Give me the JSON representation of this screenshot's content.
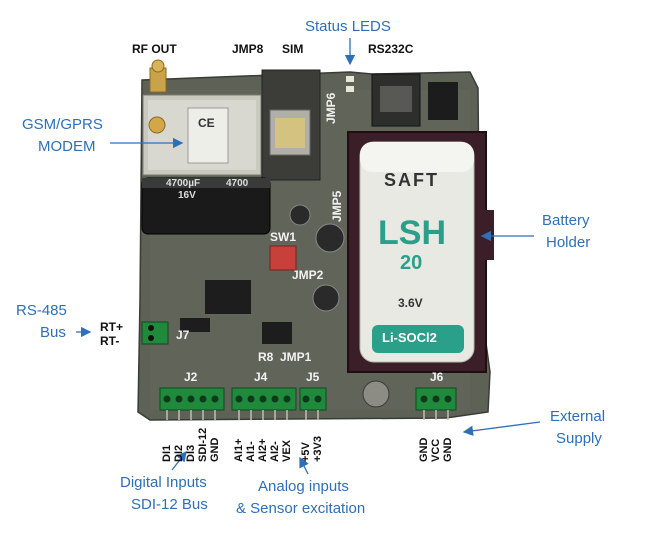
{
  "callouts": {
    "status_leds": "Status LEDS",
    "gsm_line1": "GSM/GPRS",
    "gsm_line2": "MODEM",
    "battery_line1": "Battery",
    "battery_line2": "Holder",
    "rs485_line1": "RS-485",
    "rs485_line2": "Bus",
    "external_line1": "External",
    "external_line2": "Supply",
    "digital_line1": "Digital Inputs",
    "digital_line2": "SDI-12 Bus",
    "analog_line1": "Analog inputs",
    "analog_line2": "& Sensor excitation"
  },
  "board_labels": {
    "rf_out": "RF OUT",
    "jmp8": "JMP8",
    "sim": "SIM",
    "rs232c": "RS232C",
    "jmp6": "JMP6",
    "jmp5": "JMP5",
    "sw1": "SW1",
    "jmp2": "JMP2",
    "rt_plus": "RT+",
    "rt_minus": "RT-",
    "j7": "J7",
    "r8": "R8",
    "jmp1": "JMP1",
    "j2": "J2",
    "j4": "J4",
    "j5": "J5",
    "j6": "J6"
  },
  "pins": {
    "j2": [
      "DI1",
      "DI2",
      "DI3",
      "SDI-12",
      "GND"
    ],
    "j4": [
      "AI1+",
      "AI1-",
      "AI2+",
      "AI2-",
      "VEX"
    ],
    "j5": [
      "+5V",
      "+3V3"
    ],
    "j6": [
      "GND",
      "VCC",
      "GND"
    ]
  },
  "battery": {
    "brand": "SAFT",
    "model": "LSH",
    "size": "20",
    "voltage": "3.6V",
    "chemistry": "Li-SOCl2"
  },
  "capacitor": {
    "rating1": "4700µF",
    "rating2": "16V",
    "rating3": "4700"
  },
  "modem": {
    "mark": "CE"
  },
  "colors": {
    "callout_text": "#2e6fb7",
    "pcb": "#5a5e52",
    "terminal_green": "#1f8a3c",
    "battery_body": "#e9e9e4",
    "battery_text": "#2aa08a"
  }
}
